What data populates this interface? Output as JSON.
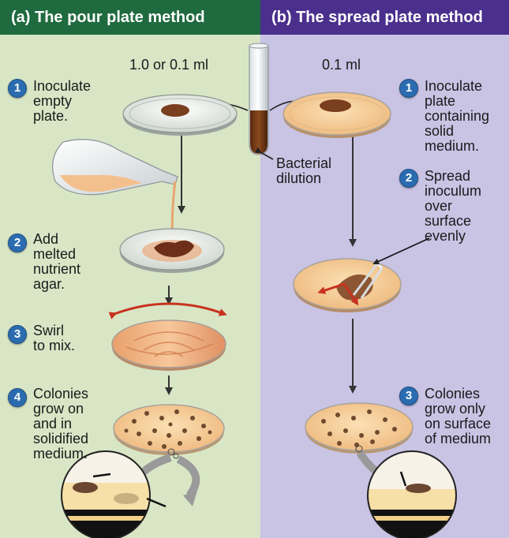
{
  "panels": {
    "pour": {
      "header": "(a) The pour plate method",
      "volume": "1.0 or 0.1 ml",
      "steps": [
        {
          "num": "1",
          "text": "Inoculate\nempty\nplate."
        },
        {
          "num": "2",
          "text": "Add\nmelted\nnutrient\nagar."
        },
        {
          "num": "3",
          "text": "Swirl\nto mix."
        },
        {
          "num": "4",
          "text": "Colonies\ngrow on\nand in\nsolidified\nmedium."
        }
      ]
    },
    "spread": {
      "header": "(b) The spread plate method",
      "volume": "0.1 ml",
      "steps": [
        {
          "num": "1",
          "text": "Inoculate\nplate\ncontaining\nsolid\nmedium."
        },
        {
          "num": "2",
          "text": "Spread\ninoculum\nover\nsurface\nevenly"
        },
        {
          "num": "3",
          "text": "Colonies\ngrow only\non surface\nof medium"
        }
      ]
    }
  },
  "tube_label": "Bacterial\ndilution",
  "colors": {
    "pour_header": "#1f6a3f",
    "spread_header": "#4b2f8c",
    "pour_bg": "#d8e6c6",
    "spread_bg": "#c9c3e4",
    "badge": "#2b6cb0",
    "agar": "#f6cf98",
    "inoculum": "#7a3f1f",
    "arrow_red": "#c8321e"
  }
}
